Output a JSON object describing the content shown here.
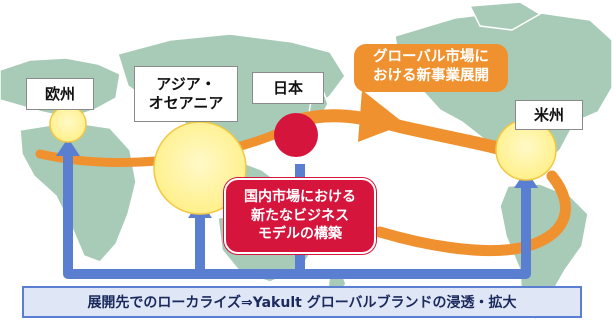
{
  "regions": {
    "europe": "欧州",
    "asia_oceania_line1": "アジア・",
    "asia_oceania_line2": "オセアニア",
    "japan": "日本",
    "americas": "米州"
  },
  "callouts": {
    "global_line1": "グローバル市場に",
    "global_line2": "おける新事業展開",
    "domestic_line1": "国内市場における",
    "domestic_line2": "新たなビジネス",
    "domestic_line3": "モデルの構築"
  },
  "banner": "展開先でのローカライズ⇒Yakult グローバルブランドの浸透・拡大",
  "colors": {
    "land": "#a8cbb8",
    "land_stroke": "#ffffff",
    "orange": "#f0912f",
    "red": "#d6153d",
    "blue": "#5b7fd0",
    "circle_yellow": "#fff3a0",
    "circle_stroke": "#f2c744"
  }
}
